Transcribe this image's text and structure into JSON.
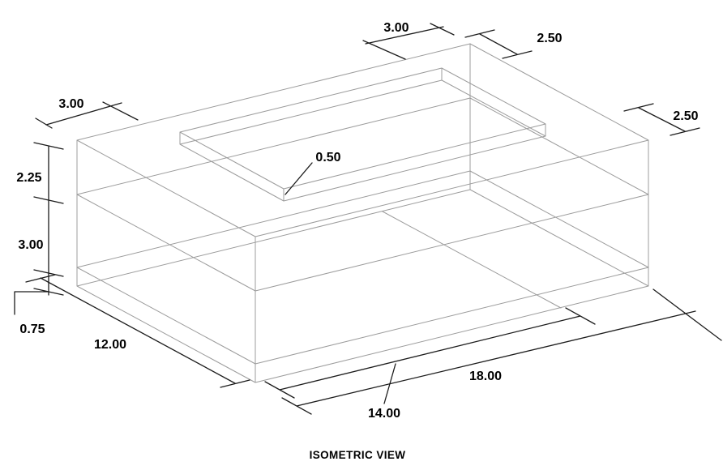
{
  "title": "ISOMETRIC VIEW",
  "dimensions": {
    "pad_offset_to_back_corner": "3.00",
    "back_depth_offset": "2.50",
    "pad_offset_left": "3.00",
    "upper_height": "2.25",
    "middle_height": "3.00",
    "base_height": "0.75",
    "front_depth_offset": "2.50",
    "pad_thickness": "0.50",
    "overall_width": "12.00",
    "bottom_feature_length": "14.00",
    "overall_length": "18.00"
  },
  "colors": {
    "model_line": "#9c9c9c",
    "dimension_line": "#1c1c1c",
    "text": "#000000",
    "background": "#ffffff"
  }
}
